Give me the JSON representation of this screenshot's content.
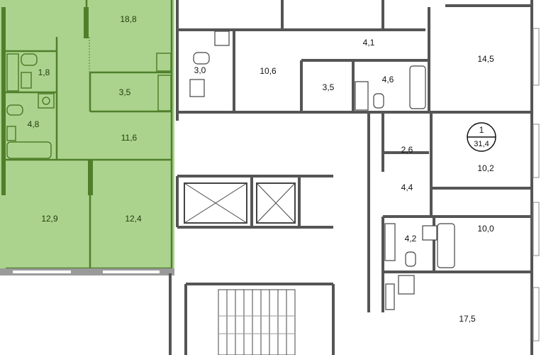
{
  "plan": {
    "highlighted_apartment": {
      "fill_color": "#acd38e",
      "rooms": [
        {
          "id": "r1",
          "area": "18,8"
        },
        {
          "id": "r2",
          "area": "1,8"
        },
        {
          "id": "r3",
          "area": "3,5"
        },
        {
          "id": "r4",
          "area": "4,8"
        },
        {
          "id": "r5",
          "area": "11,6"
        },
        {
          "id": "r6",
          "area": "12,9"
        },
        {
          "id": "r7",
          "area": "12,4"
        }
      ]
    },
    "other_rooms": [
      {
        "id": "o1",
        "area": "3,0"
      },
      {
        "id": "o2",
        "area": "10,6"
      },
      {
        "id": "o3",
        "area": "3,5"
      },
      {
        "id": "o4",
        "area": "4,1"
      },
      {
        "id": "o5",
        "area": "4,6"
      },
      {
        "id": "o6",
        "area": "14,5"
      },
      {
        "id": "o7",
        "area": "2,6"
      },
      {
        "id": "o8",
        "area": "4,4"
      },
      {
        "id": "o9",
        "area": "10,2"
      },
      {
        "id": "o10",
        "area": "10,0"
      },
      {
        "id": "o11",
        "area": "4,2"
      },
      {
        "id": "o12",
        "area": "17,5"
      }
    ],
    "apartment_badge": {
      "number": "1",
      "total_area": "31,4"
    }
  }
}
